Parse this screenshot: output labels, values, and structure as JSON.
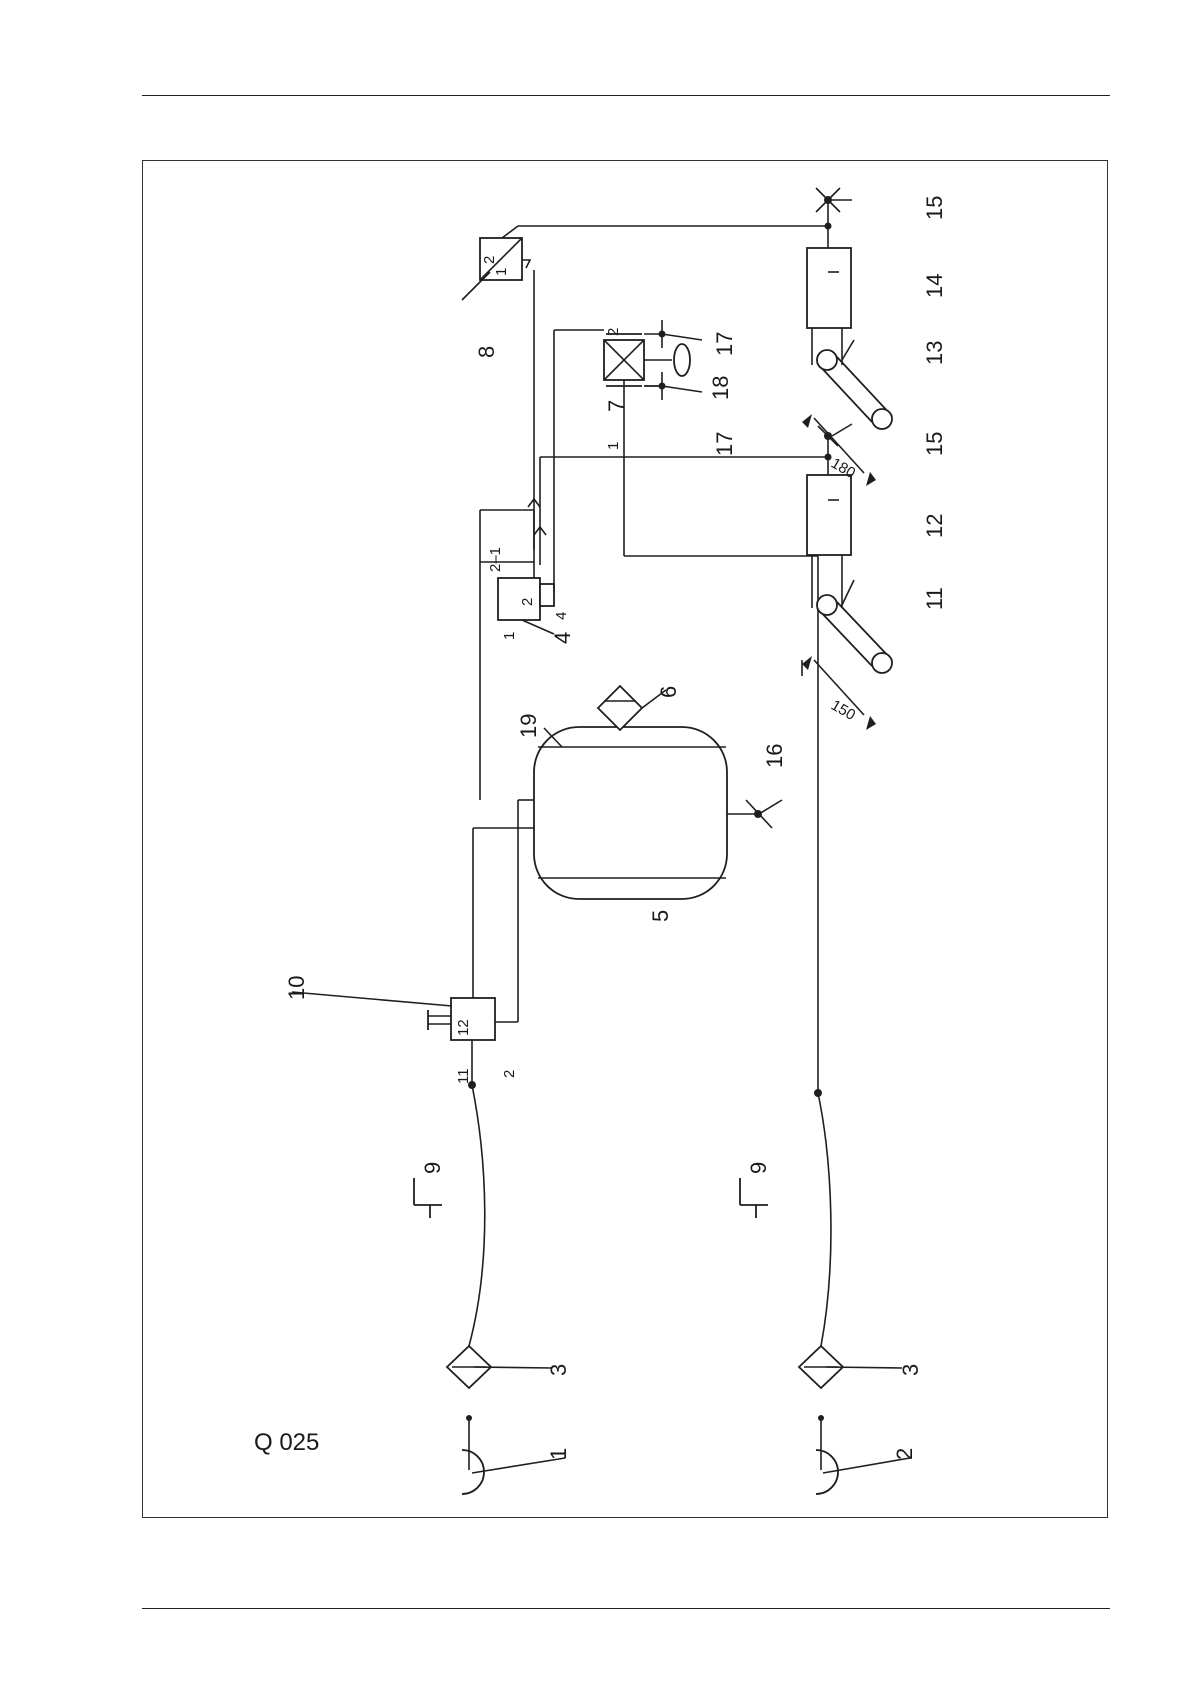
{
  "header": {
    "rule": true
  },
  "diagram": {
    "code": "Q 025",
    "labels": {
      "n1": "1",
      "n2": "2",
      "n3a": "3",
      "n3b": "3",
      "n4": "4",
      "n5": "5",
      "n6": "6",
      "n7": "7",
      "n8": "8",
      "n9a": "9",
      "n9b": "9",
      "n10": "10",
      "n11": "11",
      "n12": "12",
      "n13": "13",
      "n14": "14",
      "n15a": "15",
      "n15b": "15",
      "n16": "16",
      "n17a": "17",
      "n17b": "17",
      "n18": "18",
      "n19": "19"
    },
    "ports": {
      "p10_11": "11",
      "p10_12": "12",
      "p10_2": "2",
      "p4_1": "1",
      "p4_2": "2",
      "p4_4": "4",
      "p4_21": "2–1",
      "p7_1": "1",
      "p7_2": "2",
      "p8_1": "1",
      "p8_2": "2"
    },
    "dimensions": {
      "d150": "150",
      "d180": "180"
    }
  }
}
